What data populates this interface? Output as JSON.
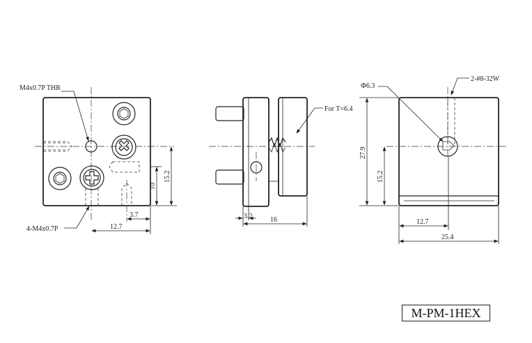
{
  "labels": {
    "thread_through": "M4x0.7P THR",
    "thread_four": "4-M4x0.7P",
    "for_t": "For T=6.4",
    "diameter": "Ф6.3",
    "screw_spec": "2-#8-32W",
    "part_number": "M-PM-1HEX"
  },
  "dimensions": {
    "front_height_10": "10",
    "front_height_15_2": "15.2",
    "front_width_3_7": "3.7",
    "front_width_12_7": "12.7",
    "side_width_3_2": "3.2",
    "side_width_16": "16",
    "right_height_27_9": "27.9",
    "right_height_15_2": "15.2",
    "right_width_12_7": "12.7",
    "right_width_25_4": "25.4"
  }
}
